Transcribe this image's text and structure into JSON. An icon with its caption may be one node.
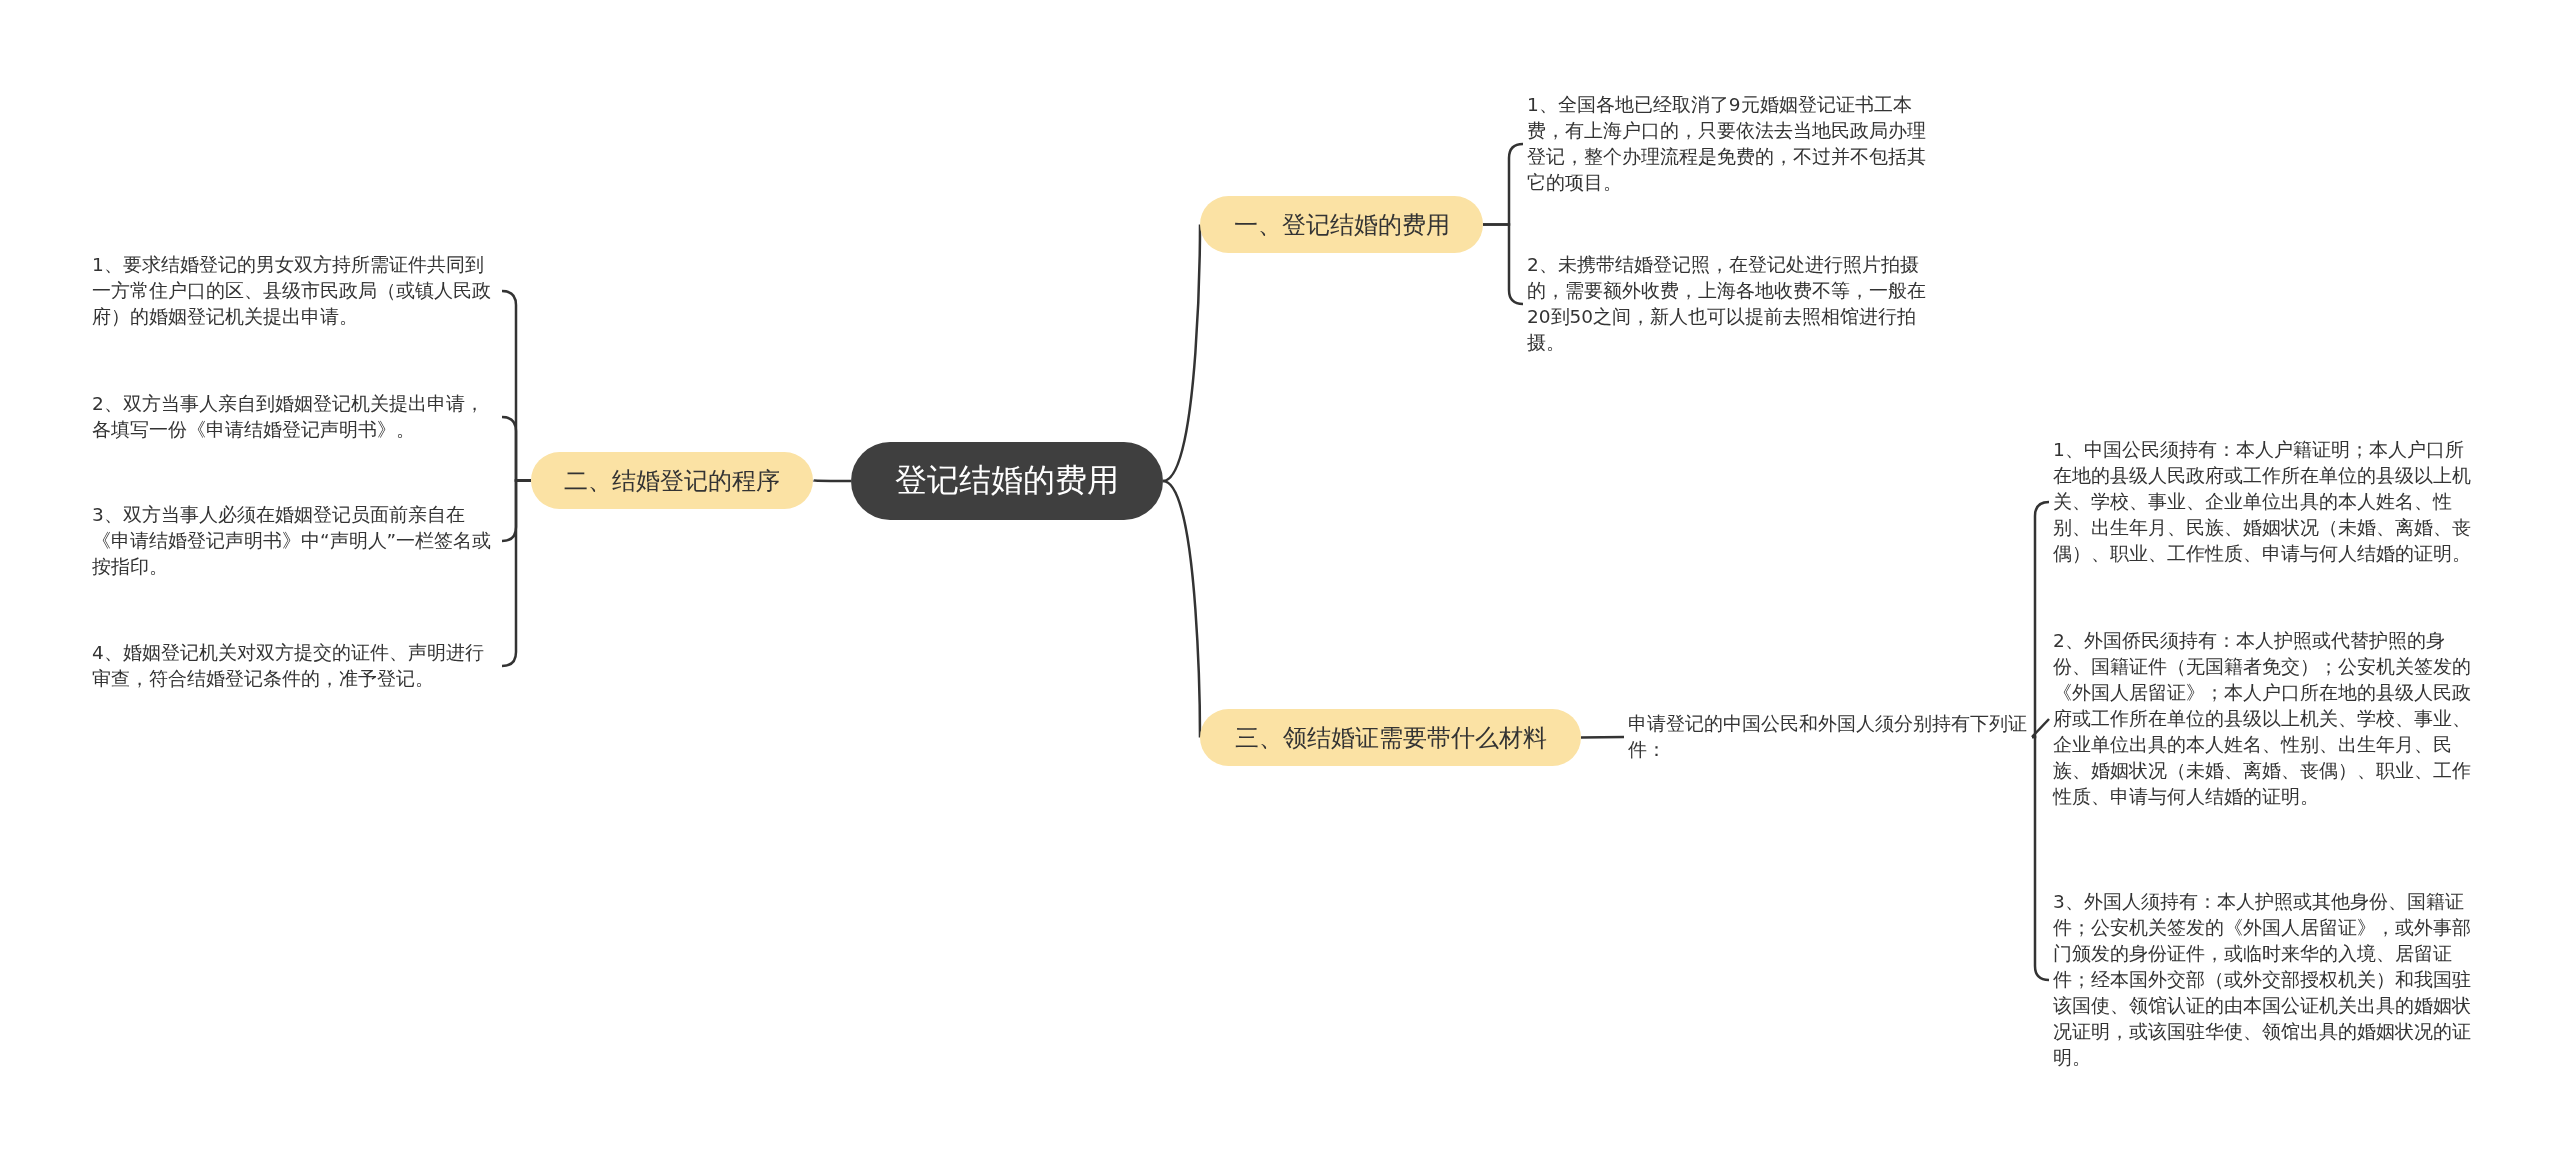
{
  "diagram": {
    "nodes": [
      {
        "text": [
          "登记结婚的费用"
        ]
      },
      {
        "text": [
          "一、登记结婚的费用"
        ]
      },
      {
        "text": [
          "1、全国各地已经取消了9元婚姻登记证书工本费，有上海户口的，只要依法去当地民政局办理登记，整个办理流程是免费的，不过并不包括其它的项目。"
        ]
      },
      {
        "text": [
          "2、未携带结婚登记照，在登记处进行照片拍摄的，需要额外收费，上海各地收费不等，一般在20到50之间，新人也可以提前去照相馆进行拍摄。"
        ]
      },
      {
        "text": [
          "二、结婚登记的程序"
        ]
      },
      {
        "text": [
          "1、要求结婚登记的男女双方持所需证件共同到一方常住户口的区、县级市民政局（或镇人民政府）的婚姻登记机关提出申请。"
        ]
      },
      {
        "text": [
          "2、双方当事人亲自到婚姻登记机关提出申请，各填写一份《申请结婚登记声明书》。"
        ]
      },
      {
        "text": [
          "3、双方当事人必须在婚姻登记员面前亲自在《申请结婚登记声明书》中“声明人”一栏签名或按指印。"
        ]
      },
      {
        "text": [
          "4、婚姻登记机关对双方提交的证件、声明进行审查，符合结婚登记条件的，准予登记。"
        ]
      },
      {
        "text": [
          "三、领结婚证需要带什么材料"
        ]
      },
      {
        "text": [
          "申请登记的中国公民和外国人须分别持有下列证件："
        ]
      },
      {
        "text": [
          "1、中国公民须持有：本人户籍证明；本人户口所在地的县级人民政府或工作所在单位的县级以上机关、学校、事业、企业单位出具的本人姓名、性别、出生年月、民族、婚姻状况（未婚、离婚、丧偶）、职业、工作性质、申请与何人结婚的证明。"
        ]
      },
      {
        "text": [
          "2、外国侨民须持有：本人护照或代替护照的身份、国籍证件（无国籍者免交）；公安机关签发的《外国人居留证》；本人户口所在地的县级人民政府或工作所在单位的县级以上机关、学校、事业、企业单位出具的本人姓名、性别、出生年月、民族、婚姻状况（未婚、离婚、丧偶）、职业、工作性质、申请与何人结婚的证明。"
        ]
      },
      {
        "text": [
          "3、外国人须持有：本人护照或其他身份、国籍证件；公安机关签发的《外国人居留证》，或外事部门颁发的身份证件，或临时来华的入境、居留证件；经本国外交部（或外交部授权机关）和我国驻该国使、领馆认证的由本国公证机关出具的婚姻状况证明，或该国驻华使、领馆出具的婚姻状况的证明。"
        ]
      }
    ],
    "edges": [
      {
        "from": 0,
        "to": 1,
        "arrow": "none"
      },
      {
        "from": 1,
        "to": 2,
        "arrow": "none"
      },
      {
        "from": 1,
        "to": 3,
        "arrow": "none"
      },
      {
        "from": 0,
        "to": 4,
        "arrow": "none"
      },
      {
        "from": 4,
        "to": 5,
        "arrow": "none"
      },
      {
        "from": 4,
        "to": 6,
        "arrow": "none"
      },
      {
        "from": 4,
        "to": 7,
        "arrow": "none"
      },
      {
        "from": 4,
        "to": 8,
        "arrow": "none"
      },
      {
        "from": 0,
        "to": 9,
        "arrow": "none"
      },
      {
        "from": 9,
        "to": 10,
        "arrow": "none"
      },
      {
        "from": 10,
        "to": 11,
        "arrow": "none"
      },
      {
        "from": 10,
        "to": 12,
        "arrow": "none"
      },
      {
        "from": 10,
        "to": 13,
        "arrow": "none"
      }
    ]
  }
}
